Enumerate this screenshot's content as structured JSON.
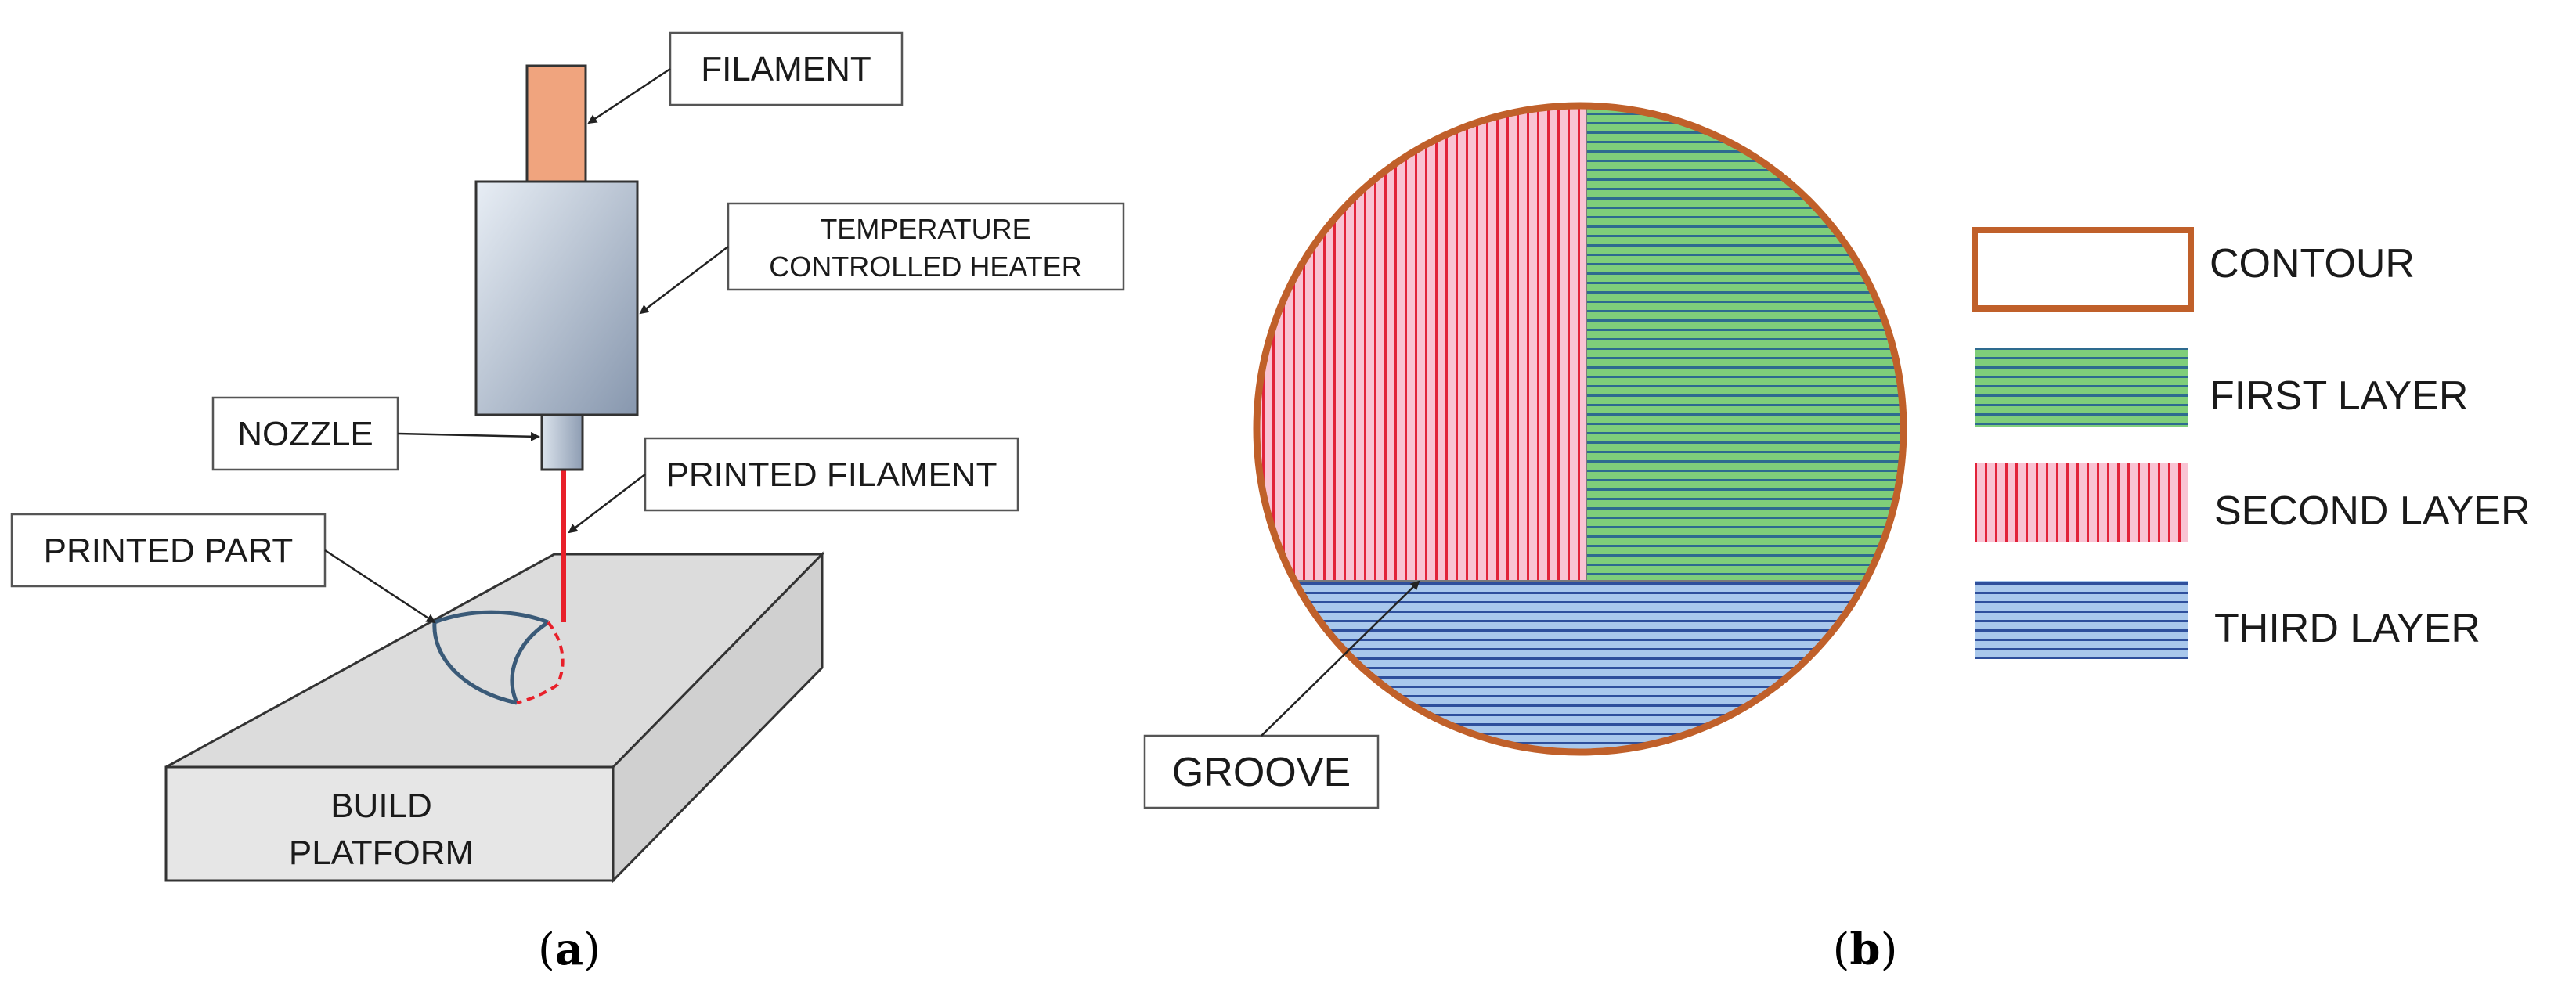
{
  "panel_a": {
    "labels": {
      "filament": "FILAMENT",
      "heater_line1": "TEMPERATURE",
      "heater_line2": "CONTROLLED HEATER",
      "nozzle": "NOZZLE",
      "printed_filament": "PRINTED FILAMENT",
      "printed_part": "PRINTED PART",
      "platform_line1": "BUILD",
      "platform_line2": "PLATFORM"
    },
    "caption_open": "(",
    "caption_letter": "a",
    "caption_close": ")",
    "colors": {
      "filament": "#f0a47e",
      "heater_light": "#e4eaf2",
      "heater_dark": "#8c9bb0",
      "printed_filament": "#e8202a",
      "part_solid": "#3a5a78",
      "part_dashed": "#e8202a",
      "platform": "#e5e5e5"
    }
  },
  "panel_b": {
    "legend": [
      {
        "label": "CONTOUR",
        "pattern": "contour"
      },
      {
        "label": "FIRST LAYER",
        "pattern": "first"
      },
      {
        "label": "SECOND LAYER",
        "pattern": "second"
      },
      {
        "label": "THIRD LAYER",
        "pattern": "third"
      }
    ],
    "groove_label": "GROOVE",
    "caption_open": "(",
    "caption_letter": "b",
    "caption_close": ")",
    "colors": {
      "contour": "#c0602a",
      "first_fill": "#7fce7a",
      "first_line": "#2e6b8f",
      "second_fill": "#f9c3d3",
      "second_line": "#e2233a",
      "third_fill": "#a9c8ec",
      "third_line": "#2e4f9c"
    }
  }
}
